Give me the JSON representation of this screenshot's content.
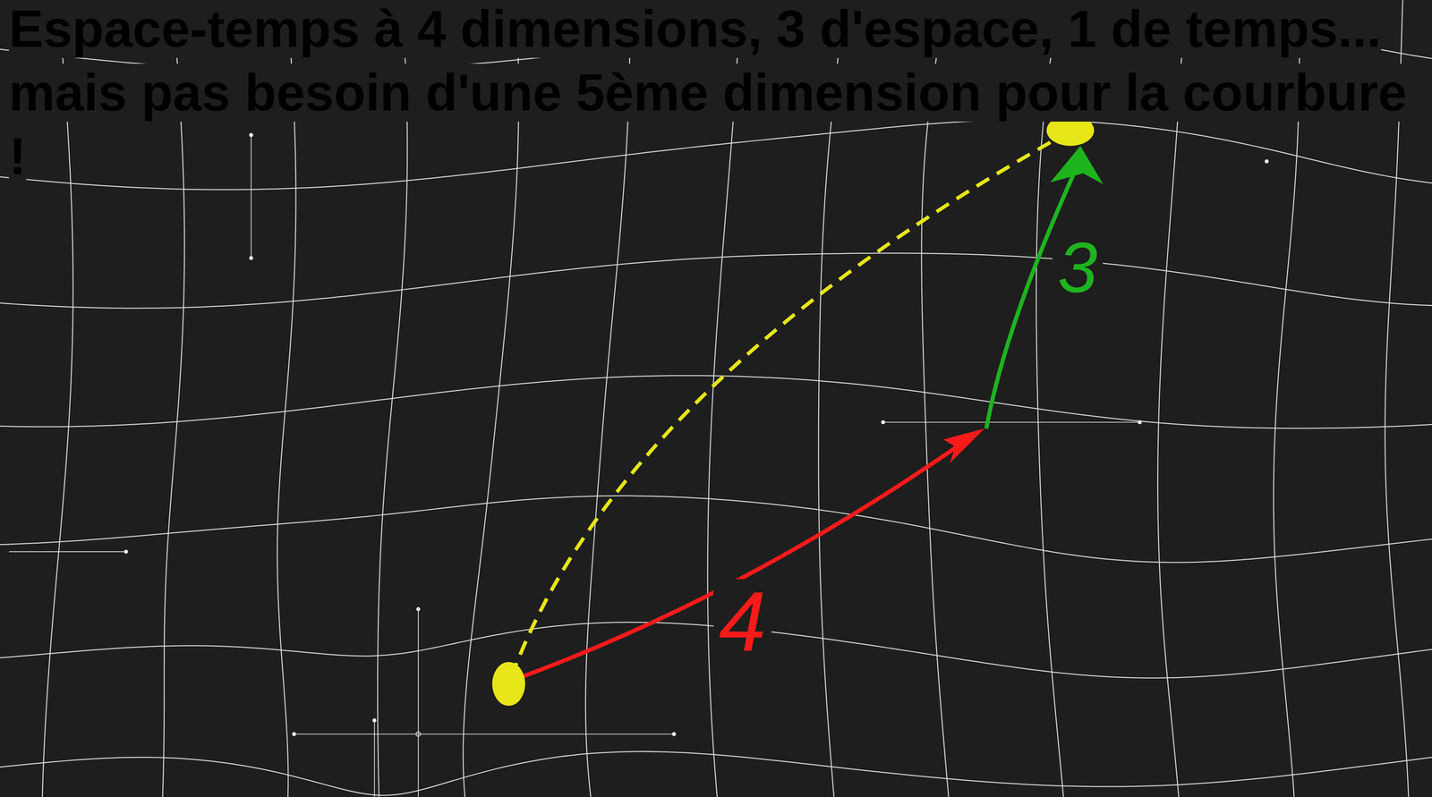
{
  "diagram": {
    "title": "Espace-temps à 4 dimensions, 3 d'espace, 1 de temps... mais pas besoin d'une 5ème dimension pour la courbure !",
    "labels": [
      "4",
      "3"
    ]
  }
}
